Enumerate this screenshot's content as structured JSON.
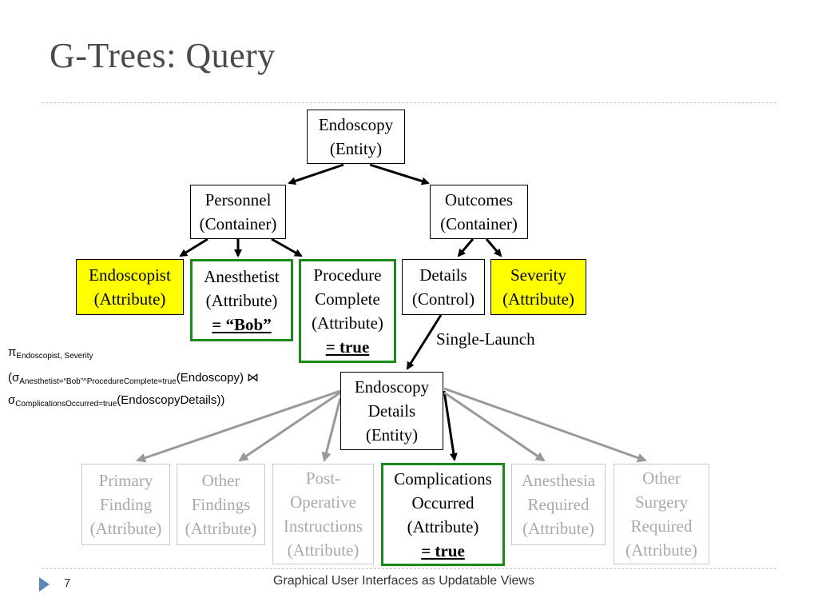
{
  "slide": {
    "title": "G-Trees: Query",
    "page_number": "7",
    "footer": "Graphical User Interfaces as Updatable Views"
  },
  "nodes": {
    "endoscopy": [
      "Endoscopy",
      "(Entity)"
    ],
    "personnel": [
      "Personnel",
      "(Container)"
    ],
    "outcomes": [
      "Outcomes",
      "(Container)"
    ],
    "endoscopist": [
      "Endoscopist",
      "(Attribute)"
    ],
    "anesthetist": [
      "Anesthetist",
      "(Attribute)",
      "= “Bob”"
    ],
    "procedure_complete": [
      "Procedure",
      "Complete",
      "(Attribute)",
      "= true"
    ],
    "details": [
      "Details",
      "(Control)"
    ],
    "severity": [
      "Severity",
      "(Attribute)"
    ],
    "endoscopy_details": [
      "Endoscopy",
      "Details",
      "(Entity)"
    ],
    "primary_finding": [
      "Primary",
      "Finding",
      "(Attribute)"
    ],
    "other_findings": [
      "Other",
      "Findings",
      "(Attribute)"
    ],
    "post_operative": [
      "Post-",
      "Operative",
      "Instructions",
      "(Attribute)"
    ],
    "complications": [
      "Complications",
      "Occurred",
      "(Attribute)",
      "= true"
    ],
    "anesthesia_required": [
      "Anesthesia",
      "Required",
      "(Attribute)"
    ],
    "other_surgery": [
      "Other",
      "Surgery",
      "Required",
      "(Attribute)"
    ]
  },
  "edge_label": "Single-Launch",
  "query": {
    "pi": "π",
    "pi_sub": "Endoscopist, Severity",
    "open": "(σ",
    "sigma1_sub": "Anesthetist=“Bob”^ProcedureComplete=true",
    "sigma1_arg": "(Endoscopy)",
    "join": "⋈",
    "sigma2": "σ",
    "sigma2_sub": "ComplicationsOccurred=true",
    "sigma2_arg": "(EndoscopyDetails))"
  },
  "colors": {
    "highlight": "#ffff00",
    "selected_border": "#1a8a1a",
    "inactive_text": "#a9a9a9",
    "inactive_edge": "#999999",
    "footer_accent": "#5a87b8"
  }
}
